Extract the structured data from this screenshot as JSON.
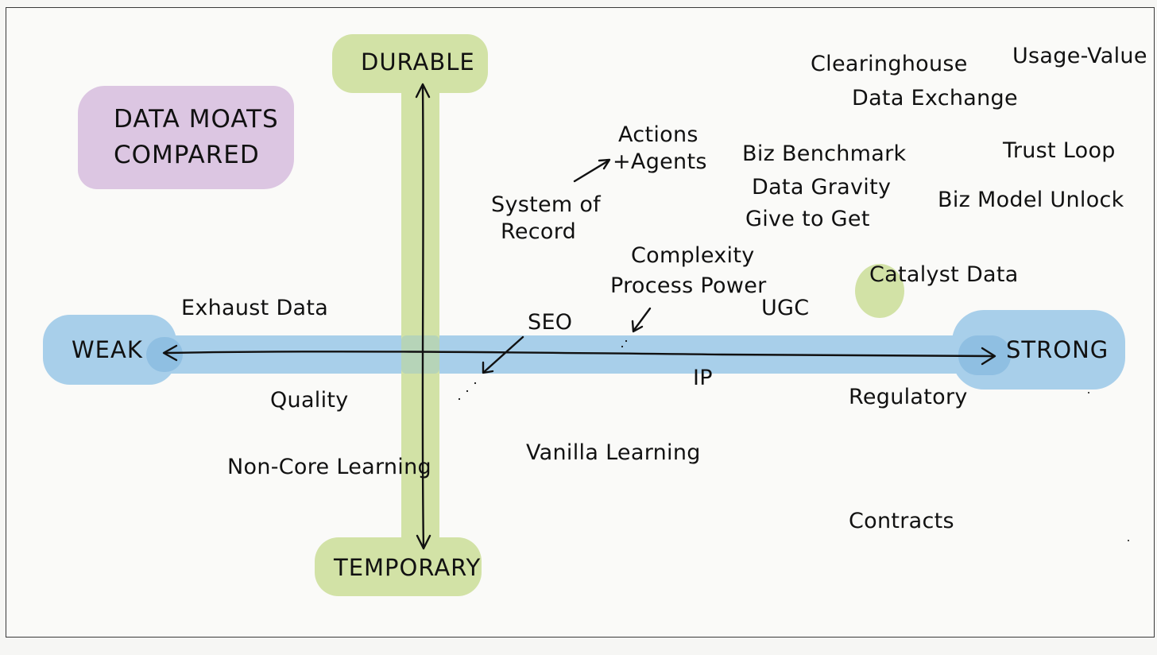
{
  "title": {
    "line1": "DATA MOATS",
    "line2": "COMPARED"
  },
  "axes": {
    "top": "DURABLE",
    "bottom": "TEMPORARY",
    "left": "WEAK",
    "right": "STRONG"
  },
  "labels": {
    "clearinghouse": "Clearinghouse",
    "data_exchange": "Data Exchange",
    "usage_value": "Usage-Value",
    "actions_agents_1": "Actions",
    "actions_agents_2": "+Agents",
    "biz_benchmark": "Biz Benchmark",
    "data_gravity": "Data Gravity",
    "give_to_get": "Give to Get",
    "trust_loop": "Trust Loop",
    "biz_model_unlock": "Biz Model Unlock",
    "system_of_record_1": "System of",
    "system_of_record_2": "Record",
    "complexity": "Complexity",
    "process_power": "Process Power",
    "catalyst_data": "Catalyst Data",
    "exhaust_data": "Exhaust Data",
    "ugc": "UGC",
    "seo": "SEO",
    "ip": "IP",
    "quality": "Quality",
    "regulatory": "Regulatory",
    "non_core_learning": "Non-Core Learning",
    "vanilla_learning": "Vanilla Learning",
    "contracts": "Contracts"
  },
  "colors": {
    "title_bg": "#dcc6e2",
    "vertical_axis_highlight": "#d2e2a6",
    "horizontal_axis_highlight": "#a8cfea",
    "ink": "#111111"
  }
}
